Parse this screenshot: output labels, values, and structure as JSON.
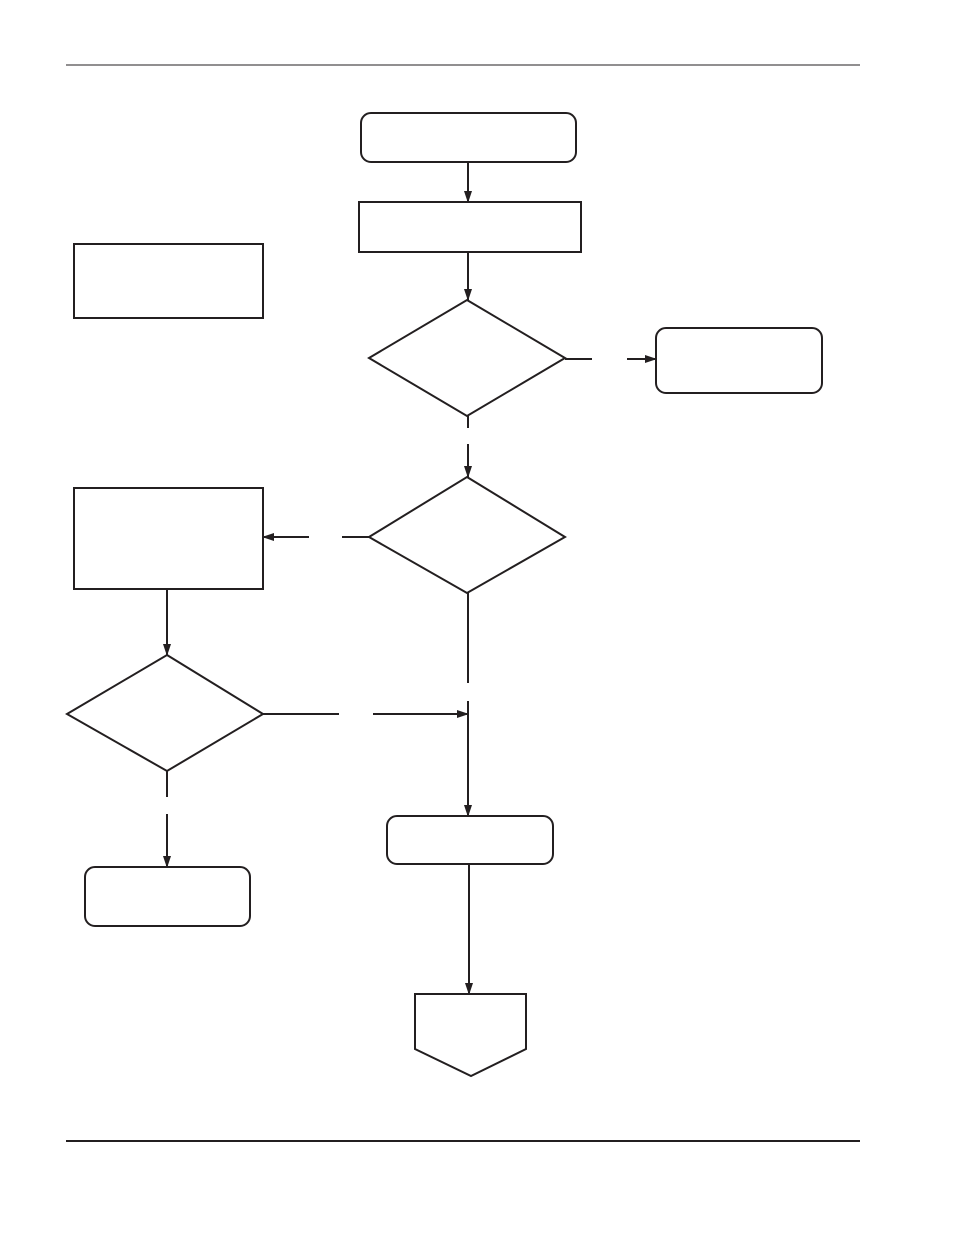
{
  "diagram": {
    "type": "flowchart",
    "nodes": [
      {
        "id": "start",
        "shape": "rounded-rectangle",
        "text": ""
      },
      {
        "id": "process-1",
        "shape": "rectangle",
        "text": ""
      },
      {
        "id": "decision-1",
        "shape": "diamond",
        "text": ""
      },
      {
        "id": "terminal-right",
        "shape": "rounded-rectangle",
        "text": ""
      },
      {
        "id": "note",
        "shape": "rectangle",
        "text": ""
      },
      {
        "id": "decision-2",
        "shape": "diamond",
        "text": ""
      },
      {
        "id": "process-2",
        "shape": "rectangle",
        "text": ""
      },
      {
        "id": "decision-3",
        "shape": "diamond",
        "text": ""
      },
      {
        "id": "terminal-left",
        "shape": "rounded-rectangle",
        "text": ""
      },
      {
        "id": "process-3",
        "shape": "rounded-rectangle",
        "text": ""
      },
      {
        "id": "off-page-connector",
        "shape": "off-page-connector",
        "text": ""
      }
    ],
    "edges": [
      {
        "from": "start",
        "to": "process-1",
        "label": ""
      },
      {
        "from": "process-1",
        "to": "decision-1",
        "label": ""
      },
      {
        "from": "decision-1",
        "to": "terminal-right",
        "label": ""
      },
      {
        "from": "decision-1",
        "to": "decision-2",
        "label": ""
      },
      {
        "from": "decision-2",
        "to": "process-2",
        "label": ""
      },
      {
        "from": "decision-2",
        "to": "process-3",
        "label": ""
      },
      {
        "from": "process-2",
        "to": "decision-3",
        "label": ""
      },
      {
        "from": "decision-3",
        "to": "process-3",
        "label": ""
      },
      {
        "from": "decision-3",
        "to": "terminal-left",
        "label": ""
      },
      {
        "from": "process-3",
        "to": "off-page-connector",
        "label": ""
      }
    ]
  }
}
